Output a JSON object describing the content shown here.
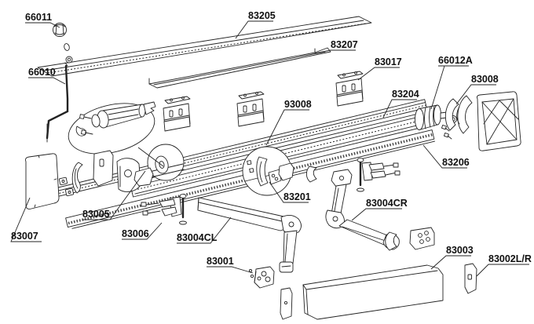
{
  "diagram": {
    "kind": "awning-exploded-parts-diagram",
    "background": "#ffffff",
    "line_color": "#232323",
    "parts": [
      {
        "label": "66011",
        "name": "crank-knob"
      },
      {
        "label": "66010",
        "name": "crank-rod"
      },
      {
        "label": "83205",
        "name": "top-cover-panel"
      },
      {
        "label": "83207",
        "name": "cover-strip"
      },
      {
        "label": "83017",
        "name": "wall-bracket"
      },
      {
        "label": "66012A",
        "name": "gear-drum"
      },
      {
        "label": "83008",
        "name": "end-bracket-set"
      },
      {
        "label": "83204",
        "name": "roller-tube-profile"
      },
      {
        "label": "93008",
        "name": "case-profile"
      },
      {
        "label": "83206",
        "name": "front-profile"
      },
      {
        "label": "83201",
        "name": "hook-bracket"
      },
      {
        "label": "83005",
        "name": "left-end-bracket"
      },
      {
        "label": "83006",
        "name": "arm-fork"
      },
      {
        "label": "83004CL",
        "name": "spring-arm-left"
      },
      {
        "label": "83001",
        "name": "lead-bar-foot"
      },
      {
        "label": "83004CR",
        "name": "spring-arm-right"
      },
      {
        "label": "83003",
        "name": "lead-bar"
      },
      {
        "label": "83002L/R",
        "name": "lead-bar-end-caps"
      },
      {
        "label": "83007",
        "name": "left-end-cover"
      }
    ]
  }
}
